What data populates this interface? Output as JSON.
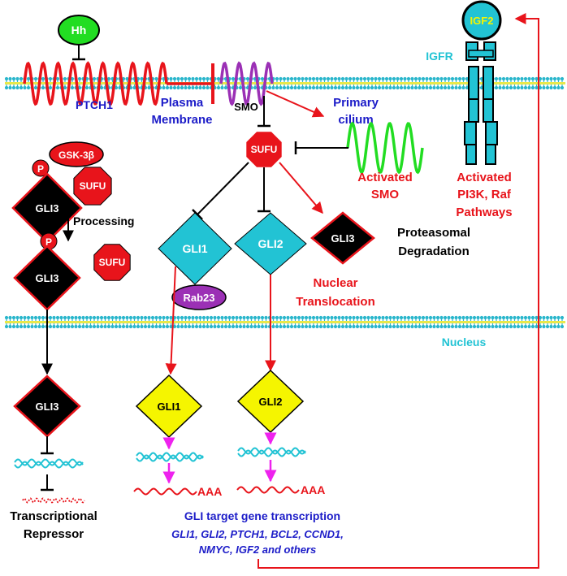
{
  "colors": {
    "red": "#e8141b",
    "dark_red": "#c0161b",
    "purple": "#9b30b5",
    "green": "#22dd22",
    "cyan": "#22c3d4",
    "yellow": "#f5f500",
    "blue": "#1c1cc8",
    "magenta": "#ee22ee",
    "black": "#000000",
    "membrane_outer": "#2ab6cc",
    "membrane_inner": "#e8e84a"
  },
  "labels": {
    "hh": "Hh",
    "ptch1": "PTCH1",
    "plasma_membrane_line1": "Plasma",
    "plasma_membrane_line2": "Membrane",
    "smo": "SMO",
    "primary_cilium_line1": "Primary",
    "primary_cilium_line2": "cilium",
    "igf2": "IGF2",
    "igfr": "IGFR",
    "gsk3b": "GSK-3β",
    "p": "P",
    "sufu": "SUFU",
    "gli3": "GLI3",
    "gli1": "GLI1",
    "gli2": "GLI2",
    "processing": "Processing",
    "activated_smo_line1": "Activated",
    "activated_smo_line2": "SMO",
    "activated_pathways_line1": "Activated",
    "activated_pathways_line2": "PI3K, Raf",
    "activated_pathways_line3": "Pathways",
    "proteasomal_line1": "Proteasomal",
    "proteasomal_line2": "Degradation",
    "rab23": "Rab23",
    "nuclear_line1": "Nuclear",
    "nuclear_line2": "Translocation",
    "nucleus": "Nucleus",
    "aaa": "AAA",
    "repressor_line1": "Transcriptional",
    "repressor_line2": "Repressor",
    "target_title": "GLI target gene transcription",
    "target_genes_line1": "GLI1, GLI2, PTCH1, BCL2, CCND1,",
    "target_genes_line2": "NMYC, IGF2 and others"
  }
}
